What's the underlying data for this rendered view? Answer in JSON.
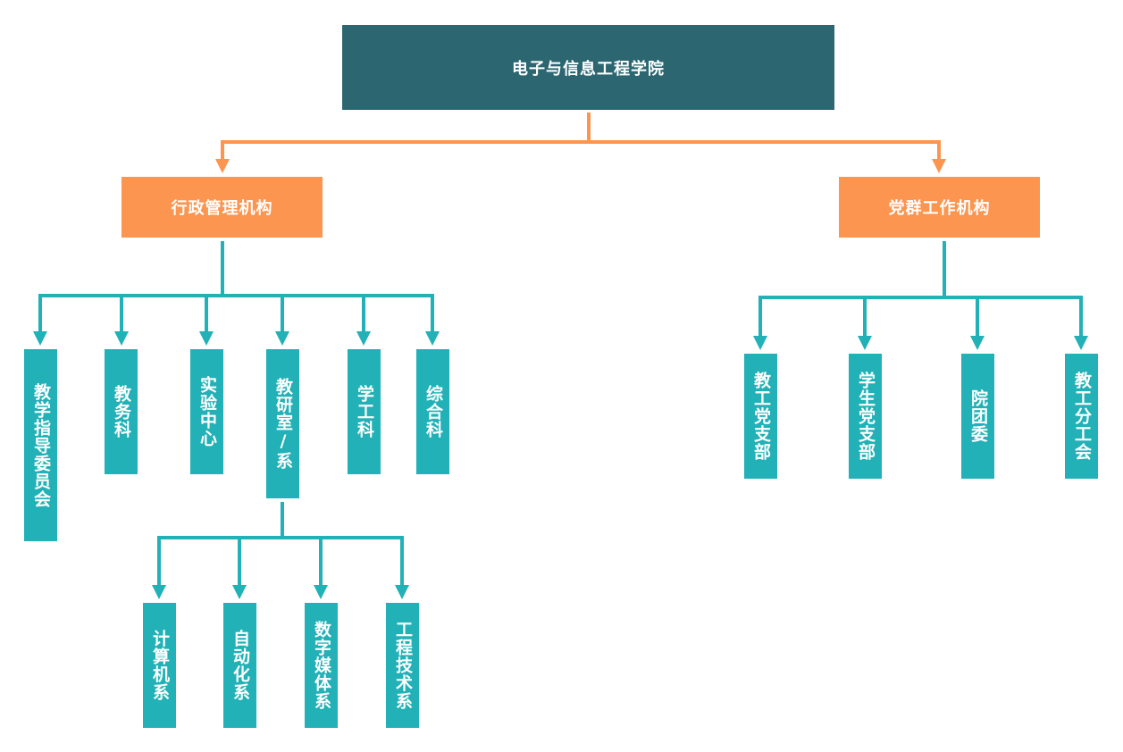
{
  "colors": {
    "root_fill": "#2b6671",
    "mid_fill": "#fb9550",
    "leaf_fill": "#21b1b7",
    "orange_line": "#fb9550",
    "teal_line": "#21b1b7"
  },
  "root": {
    "label": "电子与信息工程学院"
  },
  "branches": [
    {
      "label": "行政管理机构",
      "children": [
        {
          "label": "教学指导委员会"
        },
        {
          "label": "教务科"
        },
        {
          "label": "实验中心"
        },
        {
          "label": "教研室/系",
          "children": [
            {
              "label": "计算机系"
            },
            {
              "label": "自动化系"
            },
            {
              "label": "数字媒体系"
            },
            {
              "label": "工程技术系"
            }
          ]
        },
        {
          "label": "学工科"
        },
        {
          "label": "综合科"
        }
      ]
    },
    {
      "label": "党群工作机构",
      "children": [
        {
          "label": "教工党支部"
        },
        {
          "label": "学生党支部"
        },
        {
          "label": "院团委"
        },
        {
          "label": "教工分工会"
        }
      ]
    }
  ]
}
